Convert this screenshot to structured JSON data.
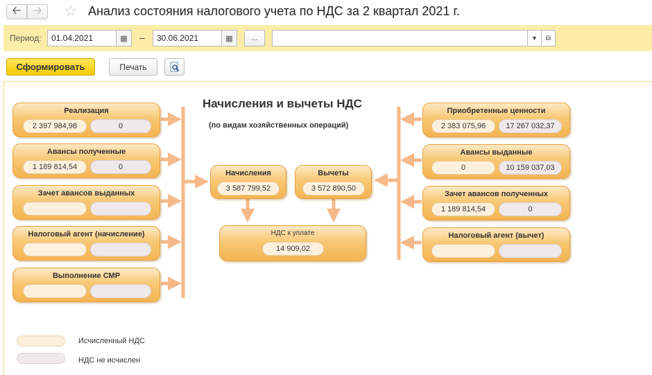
{
  "window": {
    "title": "Анализ состояния налогового учета по НДС за 2 квартал 2021 г."
  },
  "period": {
    "label": "Период:",
    "start": "01.04.2021",
    "end": "30.06.2021",
    "dash": "–",
    "choose_label": "...",
    "org_value": ""
  },
  "toolbar": {
    "generate_label": "Сформировать",
    "print_label": "Печать"
  },
  "report": {
    "heading": "Начисления и вычеты НДС",
    "subheading": "(по видам хозяйственных операций)",
    "left": [
      {
        "label": "Реализация",
        "calc": "2 397 984,98",
        "none": "0"
      },
      {
        "label": "Авансы полученные",
        "calc": "1 189 814,54",
        "none": "0"
      },
      {
        "label": "Зачет авансов выданных",
        "calc": "",
        "none": ""
      },
      {
        "label": "Налоговый агент (начисление)",
        "calc": "",
        "none": ""
      },
      {
        "label": "Выполнение СМР",
        "calc": "",
        "none": ""
      }
    ],
    "right": [
      {
        "label": "Приобретенные ценности",
        "calc": "2 383 075,96",
        "none": "17 267 032,37"
      },
      {
        "label": "Авансы выданные",
        "calc": "0",
        "none": "10 159 037,03"
      },
      {
        "label": "Зачет авансов полученных",
        "calc": "1 189 814,54",
        "none": "0"
      },
      {
        "label": "Налоговый агент (вычет)",
        "calc": "",
        "none": ""
      }
    ],
    "accruals": {
      "label": "Начисления",
      "value": "3 587 799,52"
    },
    "deductions": {
      "label": "Вычеты",
      "value": "3 572 890,50"
    },
    "payable": {
      "label": "НДС к уплате",
      "value": "14 909,02"
    }
  },
  "legend": {
    "calculated": "Исчисленный НДС",
    "not_calculated": "НДС не исчислен"
  },
  "colors": {
    "period_bar": "#fbeda7",
    "generate_button": "#f4cc00",
    "box_orange": "#f4b452",
    "arrow": "#f6b98a"
  }
}
